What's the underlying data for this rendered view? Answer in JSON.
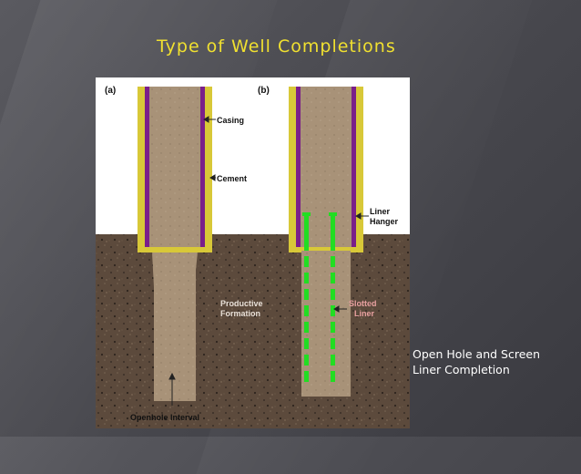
{
  "slide": {
    "title": "Type of Well Completions",
    "caption_line1": "Open Hole and Screen",
    "caption_line2": "Liner Completion"
  },
  "diagram": {
    "panel_a": "(a)",
    "panel_b": "(b)",
    "casing": "Casing",
    "cement": "Cement",
    "liner_hanger_1": "Liner",
    "liner_hanger_2": "Hanger",
    "productive_formation_1": "Productive",
    "productive_formation_2": "Formation",
    "slotted_liner_1": "Slotted",
    "slotted_liner_2": "Liner",
    "openhole_interval": "Openhole Interval"
  },
  "colors": {
    "title": "#f0e030",
    "formation": "#5c4a3c",
    "wellbore": "#a89278",
    "casing": "#7a1f8a",
    "cement": "#d8c838",
    "slotted_liner": "#22dd22"
  }
}
